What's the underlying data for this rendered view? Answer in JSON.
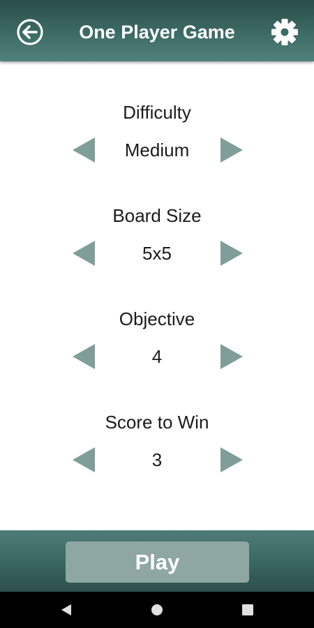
{
  "header": {
    "title": "One Player Game",
    "back_icon": "arrow-left-circle-icon",
    "settings_icon": "gear-icon"
  },
  "settings": [
    {
      "label": "Difficulty",
      "value": "Medium"
    },
    {
      "label": "Board Size",
      "value": "5x5"
    },
    {
      "label": "Objective",
      "value": "4"
    },
    {
      "label": "Score to Win",
      "value": "3"
    }
  ],
  "footer": {
    "play_label": "Play"
  },
  "nav": {
    "back_icon": "nav-back-icon",
    "home_icon": "nav-home-icon",
    "recents_icon": "nav-recents-icon"
  },
  "colors": {
    "header_bg": "#3d6b65",
    "arrow": "#7f9e99",
    "play_button": "#8fa7a3",
    "text": "#1b1b1b"
  }
}
